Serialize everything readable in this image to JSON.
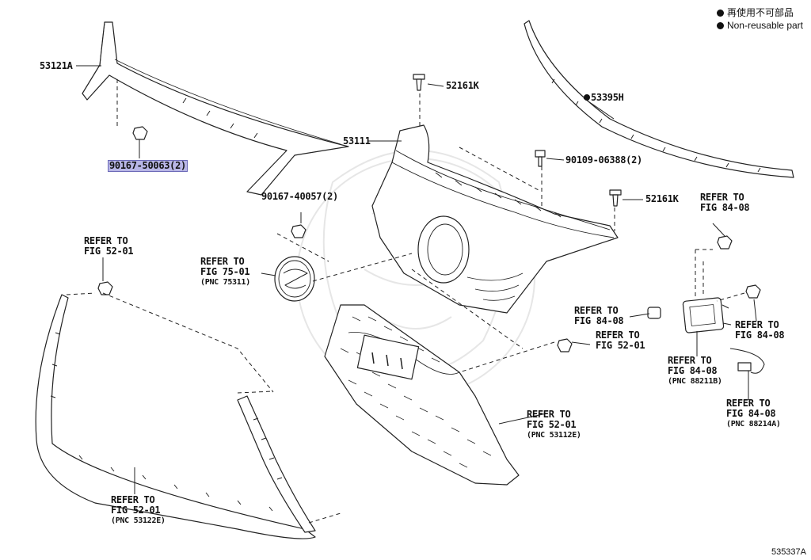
{
  "legend": {
    "reuse_jp": "再使用不可部品",
    "reuse_en": "Non-reusable part"
  },
  "figure_code": "535337A",
  "labels": {
    "p53121A": "53121A",
    "p90167_50063": "90167-50063(2)",
    "p90167_40057": "90167-40057(2)",
    "p52161K_top": "52161K",
    "p53111": "53111",
    "p90109_06388": "90109-06388(2)",
    "p52161K_right": "52161K",
    "p53395H": "53395H",
    "ref_84_08_a": [
      "REFER TO",
      "FIG 84-08"
    ],
    "ref_52_01_left": [
      "REFER TO",
      "FIG 52-01"
    ],
    "ref_75_01": [
      "REFER TO",
      "FIG 75-01",
      "(PNC 75311)"
    ],
    "ref_84_08_b": [
      "REFER TO",
      "FIG 84-08"
    ],
    "ref_52_01_mid": [
      "REFER TO",
      "FIG 52-01"
    ],
    "ref_84_08_c": [
      "REFER TO",
      "FIG 84-08"
    ],
    "ref_84_08_d": [
      "REFER TO",
      "FIG 84-08",
      "(PNC 88211B)"
    ],
    "ref_84_08_e": [
      "REFER TO",
      "FIG 84-08",
      "(PNC 88214A)"
    ],
    "ref_52_01_grille": [
      "REFER TO",
      "FIG 52-01",
      "(PNC 53112E)"
    ],
    "ref_52_01_bottom": [
      "REFER TO",
      "FIG 52-01",
      "(PNC 53122E)"
    ]
  }
}
